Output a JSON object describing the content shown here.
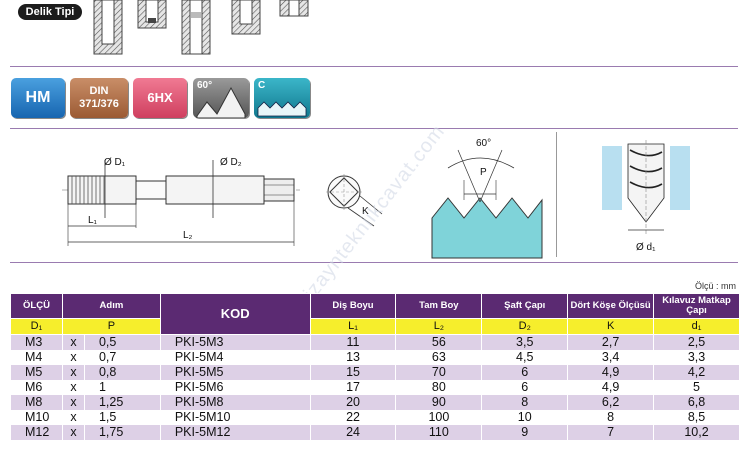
{
  "header": {
    "hole_type_label": "Delik Tipi",
    "unit_note": "Ölçü : mm"
  },
  "badges": {
    "hm": "HM",
    "din_line1": "DIN",
    "din_line2": "371/376",
    "tolerance": "6HX",
    "angle": "60°",
    "coating": "C"
  },
  "diagrams": {
    "d1_label": "Ø D₁",
    "d2_label": "Ø D₂",
    "l1_label": "L₁",
    "l2_label": "L₂",
    "k_label": "K",
    "angle_label": "60°",
    "p_label": "P",
    "drill_label": "Ø d₁"
  },
  "watermark": "dizayntekniikcavat.com",
  "table": {
    "headers": {
      "olcu": "ÖLÇÜ",
      "adim": "Adım",
      "kod": "KOD",
      "dis_boyu": "Diş Boyu",
      "tam_boy": "Tam Boy",
      "saft_capi": "Şaft Çapı",
      "dort_kose": "Dört Köşe Ölçüsü",
      "kilavuz_matkap": "Kılavuz Matkap Çapı"
    },
    "symbols": {
      "d1": "D₁",
      "p": "P",
      "l1": "L₁",
      "l2": "L₂",
      "d2": "D₂",
      "k": "K",
      "dd1": "d₁"
    },
    "rows": [
      {
        "size": "M3",
        "x": "x",
        "pitch": "0,5",
        "code": "PKI-5M3",
        "l1": "11",
        "l2": "56",
        "d2": "3,5",
        "k": "2,7",
        "drill": "2,5"
      },
      {
        "size": "M4",
        "x": "x",
        "pitch": "0,7",
        "code": "PKI-5M4",
        "l1": "13",
        "l2": "63",
        "d2": "4,5",
        "k": "3,4",
        "drill": "3,3"
      },
      {
        "size": "M5",
        "x": "x",
        "pitch": "0,8",
        "code": "PKI-5M5",
        "l1": "15",
        "l2": "70",
        "d2": "6",
        "k": "4,9",
        "drill": "4,2"
      },
      {
        "size": "M6",
        "x": "x",
        "pitch": "1",
        "code": "PKI-5M6",
        "l1": "17",
        "l2": "80",
        "d2": "6",
        "k": "4,9",
        "drill": "5"
      },
      {
        "size": "M8",
        "x": "x",
        "pitch": "1,25",
        "code": "PKI-5M8",
        "l1": "20",
        "l2": "90",
        "d2": "8",
        "k": "6,2",
        "drill": "6,8"
      },
      {
        "size": "M10",
        "x": "x",
        "pitch": "1,5",
        "code": "PKI-5M10",
        "l1": "22",
        "l2": "100",
        "d2": "10",
        "k": "8",
        "drill": "8,5"
      },
      {
        "size": "M12",
        "x": "x",
        "pitch": "1,75",
        "code": "PKI-5M12",
        "l1": "24",
        "l2": "110",
        "d2": "9",
        "k": "7",
        "drill": "10,2"
      }
    ]
  }
}
